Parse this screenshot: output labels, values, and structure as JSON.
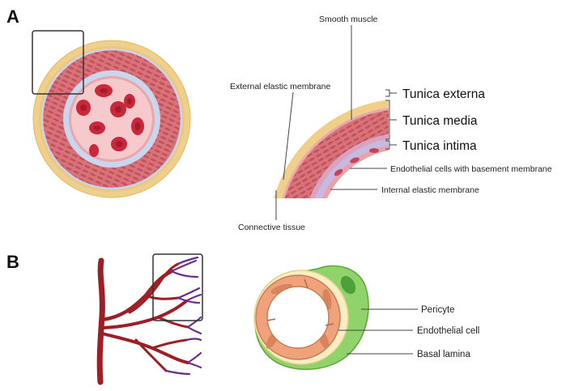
{
  "panels": {
    "a": {
      "letter": "A",
      "labels": {
        "smooth_muscle": "Smooth muscle",
        "external_elastic_membrane": "External elastic membrane",
        "tunica_externa": "Tunica externa",
        "tunica_media": "Tunica media",
        "tunica_intima": "Tunica intima",
        "endothelial_cells": "Endothelial cells with basement membrane",
        "internal_elastic_membrane": "Internal elastic membrane",
        "connective_tissue": "Connective tissue"
      }
    },
    "b": {
      "letter": "B",
      "labels": {
        "pericyte": "Pericyte",
        "endothelial_cell": "Endothelial cell",
        "basal_lamina": "Basal lamina"
      }
    }
  },
  "colors": {
    "adventitia": "#f0cf8a",
    "media": "#d96c74",
    "elastic": "#c9d7ee",
    "lumen": "#f6c4c8",
    "rbc": "#c8283a",
    "artery": "#9d1e24",
    "capillary": "#6a2e8a",
    "pericyte": "#8fd36a",
    "endothelium": "#f0a27a"
  }
}
